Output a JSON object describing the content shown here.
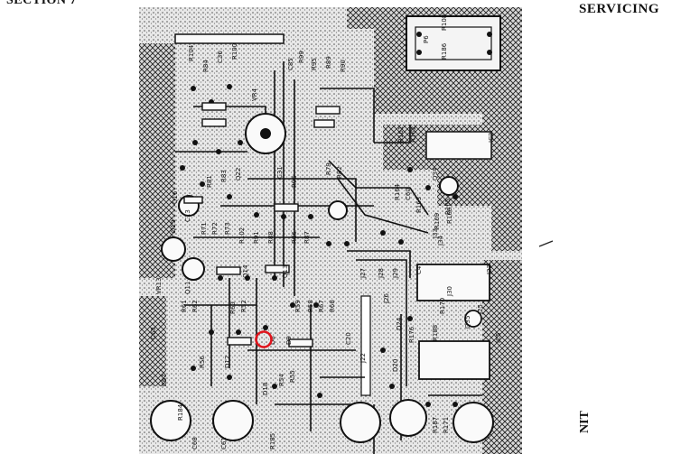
{
  "header": {
    "section": "SECTION 7",
    "title": "SERVICING"
  },
  "footer": {
    "side_text": "NIT"
  },
  "board": {
    "components": [
      {
        "ref": "R104"
      },
      {
        "ref": "R84"
      },
      {
        "ref": "C36"
      },
      {
        "ref": "R100"
      },
      {
        "ref": "VR4"
      },
      {
        "ref": "C85"
      },
      {
        "ref": "R99"
      },
      {
        "ref": "R95"
      },
      {
        "ref": "R89"
      },
      {
        "ref": "R90"
      },
      {
        "ref": "R161"
      },
      {
        "ref": "R162"
      },
      {
        "ref": "Q16"
      },
      {
        "ref": "C13"
      },
      {
        "ref": "Q19"
      },
      {
        "ref": "R71"
      },
      {
        "ref": "R72"
      },
      {
        "ref": "R73"
      },
      {
        "ref": "R81"
      },
      {
        "ref": "R83"
      },
      {
        "ref": "Q22"
      },
      {
        "ref": "C31"
      },
      {
        "ref": "R96"
      },
      {
        "ref": "R79"
      },
      {
        "ref": "R82"
      },
      {
        "ref": "VR13"
      },
      {
        "ref": "Q11"
      },
      {
        "ref": "R61"
      },
      {
        "ref": "R62"
      },
      {
        "ref": "R60"
      },
      {
        "ref": "R52"
      },
      {
        "ref": "R59"
      },
      {
        "ref": "R58"
      },
      {
        "ref": "R67"
      },
      {
        "ref": "R68"
      },
      {
        "ref": "R86"
      },
      {
        "ref": "R87"
      },
      {
        "ref": "R88"
      },
      {
        "ref": "R102"
      },
      {
        "ref": "R91"
      },
      {
        "ref": "Q13"
      },
      {
        "ref": "Q14"
      },
      {
        "ref": "C63"
      },
      {
        "ref": "C67"
      },
      {
        "ref": "R56"
      },
      {
        "ref": "D12"
      },
      {
        "ref": "D9"
      },
      {
        "ref": "D8"
      },
      {
        "ref": "D18"
      },
      {
        "ref": "R54"
      },
      {
        "ref": "R55"
      },
      {
        "ref": "Q34"
      },
      {
        "ref": "C60"
      },
      {
        "ref": "R164"
      },
      {
        "ref": "R163"
      },
      {
        "ref": "R165"
      },
      {
        "ref": "R166"
      },
      {
        "ref": "R169"
      },
      {
        "ref": "J33"
      },
      {
        "ref": "J34"
      },
      {
        "ref": "J27"
      },
      {
        "ref": "J28"
      },
      {
        "ref": "J29"
      },
      {
        "ref": "J26"
      },
      {
        "ref": "J30"
      },
      {
        "ref": "J25"
      },
      {
        "ref": "J23"
      },
      {
        "ref": "R170"
      },
      {
        "ref": "D24"
      },
      {
        "ref": "R176"
      },
      {
        "ref": "R188"
      },
      {
        "ref": "Q35"
      },
      {
        "ref": "IC5"
      },
      {
        "ref": "C4"
      },
      {
        "ref": "C20"
      },
      {
        "ref": "J22"
      },
      {
        "ref": "D20"
      },
      {
        "ref": "R187"
      },
      {
        "ref": "R171"
      },
      {
        "ref": "P6"
      },
      {
        "ref": "R108"
      },
      {
        "ref": "R186"
      },
      {
        "ref": "IC2"
      },
      {
        "ref": "R184"
      },
      {
        "ref": "C68"
      },
      {
        "ref": "C61"
      },
      {
        "ref": "R185"
      }
    ]
  },
  "marker": {
    "color": "#e0141c"
  }
}
